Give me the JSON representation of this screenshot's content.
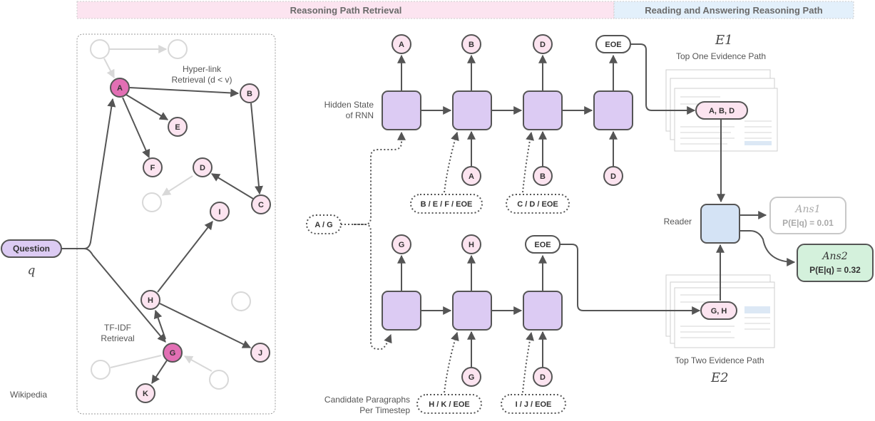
{
  "header": {
    "left": "Reasoning Path Retrieval",
    "right": "Reading and Answering Reasoning Path"
  },
  "wiki": {
    "label": "Wikipedia",
    "hyperlink_label_1": "Hyper-link",
    "hyperlink_label_2": "Retrieval (d < v)",
    "tfidf_label_1": "TF-IDF",
    "tfidf_label_2": "Retrieval",
    "question": "Question",
    "question_var": "q",
    "nodes": {
      "A": "A",
      "B": "B",
      "C": "C",
      "D": "D",
      "E": "E",
      "F": "F",
      "G": "G",
      "H": "H",
      "I": "I",
      "J": "J",
      "K": "K"
    }
  },
  "rnn": {
    "hidden_state_1": "Hidden State",
    "hidden_state_2": "of RNN",
    "candidate_1": "Candidate Paragraphs",
    "candidate_2": "Per Timestep",
    "top_outputs": [
      "A",
      "B",
      "D",
      "EOE"
    ],
    "top_inputs": [
      "A",
      "B",
      "D"
    ],
    "top_candidates": [
      "B / E / F / EOE",
      "C / D / EOE"
    ],
    "start_candidates": "A / G",
    "bottom_outputs": [
      "G",
      "H",
      "EOE"
    ],
    "bottom_inputs": [
      "G",
      "D"
    ],
    "bottom_candidates": [
      "H / K / EOE",
      "I / J / EOE"
    ]
  },
  "reader": {
    "label": "Reader",
    "e1": "E1",
    "e1_title": "Top One Evidence Path",
    "e1_path": "A, B, D",
    "e2": "E2",
    "e2_title": "Top Two Evidence Path",
    "e2_path": "G, H",
    "ans1": "Ans1",
    "ans1_prob": "P(E|q) = 0.01",
    "ans2": "Ans2",
    "ans2_prob": "P(E|q) = 0.32"
  },
  "colors": {
    "header_left": "#fce4f0",
    "header_right": "#e3f0fb",
    "node_fill": "#fce4f0",
    "node_highlight": "#e26fb4",
    "rnn_cell": "#dccbf3",
    "question_fill": "#dccbf3",
    "reader_fill": "#d4e3f5",
    "ans2_fill": "#d4f1dc",
    "edge": "#555555",
    "faded": "#dddddd"
  }
}
